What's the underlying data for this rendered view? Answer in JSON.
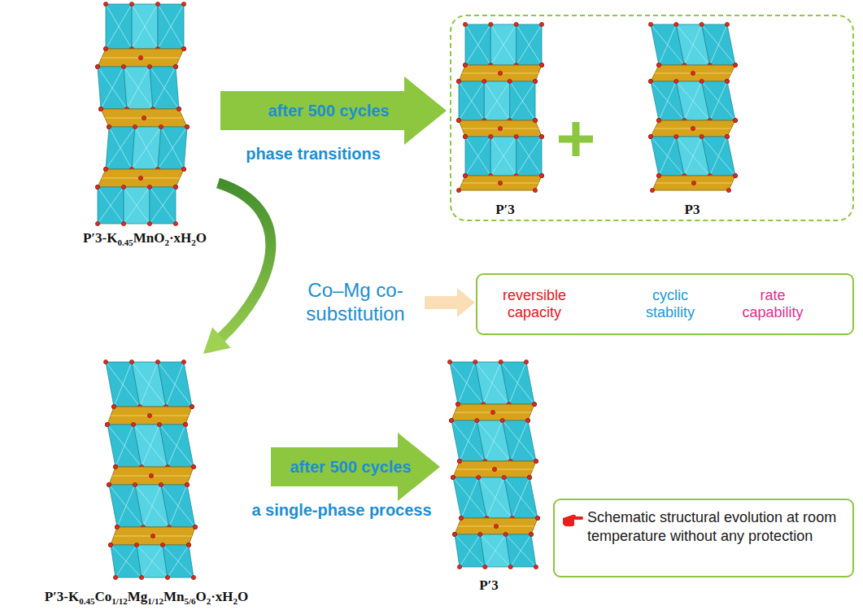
{
  "diagram": {
    "nodes": [
      {
        "text": [
          "P′3-K0.45MnO2·xH2O"
        ]
      },
      {
        "text": []
      },
      {
        "text": [
          "P′3"
        ],
        "in": 1
      },
      {
        "text": [
          "P3"
        ],
        "in": 1
      },
      {
        "text": [
          "P′3-K0.45Co1/12Mg1/12Mn5/6O2·xH2O"
        ]
      },
      {
        "text": [
          "P′3"
        ]
      },
      {
        "text": [
          "reversible capacity",
          "cyclic stability",
          "rate capability"
        ]
      },
      {
        "text": [
          "Schematic structural evolution at room temperature without any protection"
        ]
      }
    ],
    "edges": [
      {
        "from": 0,
        "to": 1,
        "arrow": "to",
        "label": "after 500 cycles"
      },
      {
        "from": 0,
        "to": 4,
        "arrow": "to",
        "label": "Co–Mg co-substitution"
      },
      {
        "from": 4,
        "to": 5,
        "arrow": "to",
        "label": "after 500 cycles"
      }
    ],
    "labels": [
      "phase transitions",
      "a single-phase process"
    ]
  }
}
